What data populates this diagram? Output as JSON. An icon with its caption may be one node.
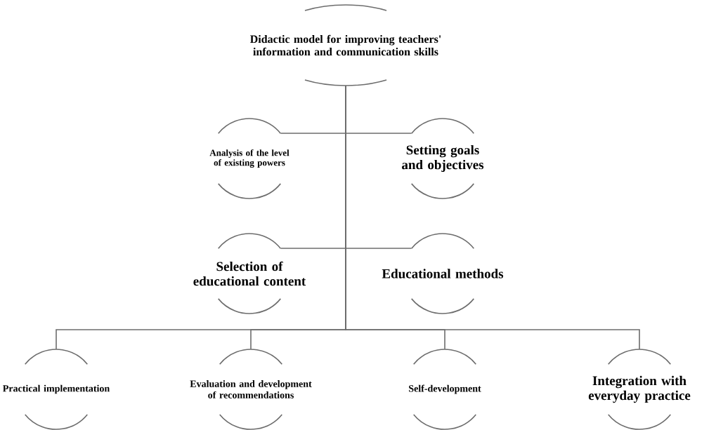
{
  "diagram": {
    "nodes": [
      {
        "text": [
          "Didactic model for improving teachers' information and communication skills"
        ]
      },
      {
        "text": [
          "Analysis of the level of existing powers"
        ]
      },
      {
        "text": [
          "Setting goals and objectives"
        ]
      },
      {
        "text": [
          "Selection of educational content"
        ]
      },
      {
        "text": [
          "Educational methods"
        ]
      },
      {
        "text": [
          "Practical implementation"
        ]
      },
      {
        "text": [
          "Evaluation and development of recommendations"
        ]
      },
      {
        "text": [
          "Self-development"
        ]
      },
      {
        "text": [
          "Integration with everyday practice"
        ]
      }
    ],
    "edges": [
      {
        "from": 0,
        "to": 1,
        "arrow": "none"
      },
      {
        "from": 0,
        "to": 2,
        "arrow": "none"
      },
      {
        "from": 0,
        "to": 3,
        "arrow": "none"
      },
      {
        "from": 0,
        "to": 4,
        "arrow": "none"
      },
      {
        "from": 0,
        "to": 5,
        "arrow": "none"
      },
      {
        "from": 0,
        "to": 6,
        "arrow": "none"
      },
      {
        "from": 0,
        "to": 7,
        "arrow": "none"
      },
      {
        "from": 0,
        "to": 8,
        "arrow": "none"
      }
    ]
  }
}
